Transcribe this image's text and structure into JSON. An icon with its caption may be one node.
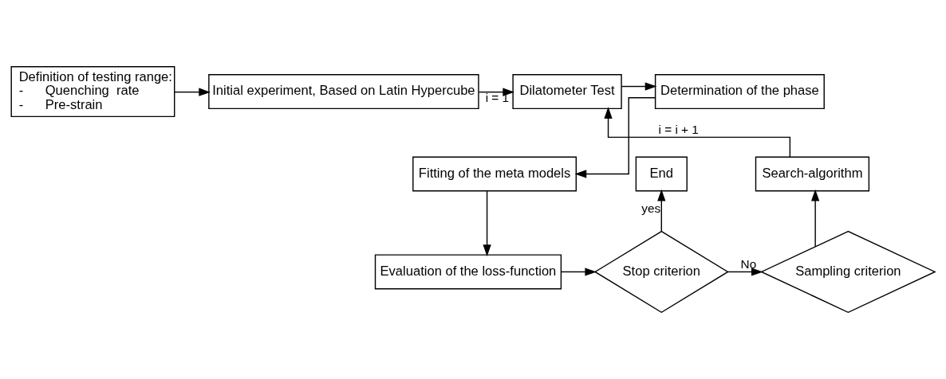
{
  "diagram": {
    "nodes": [
      {
        "text": [
          "Definition of testing range:",
          "-      Quenching  rate",
          "-      Pre-strain"
        ]
      },
      {
        "text": [
          "Initial experiment, Based on Latin Hypercube"
        ]
      },
      {
        "text": [
          "Dilatometer Test"
        ]
      },
      {
        "text": [
          "Determination of the phase"
        ]
      },
      {
        "text": [
          "Fitting of the meta models"
        ]
      },
      {
        "text": [
          "Evaluation of the loss-function"
        ]
      },
      {
        "text": [
          "Stop criterion"
        ]
      },
      {
        "text": [
          "End"
        ]
      },
      {
        "text": [
          "Sampling criterion"
        ]
      },
      {
        "text": [
          "Search-algorithm"
        ]
      }
    ],
    "edges": [
      {
        "from": 0,
        "to": 1,
        "arrow": "to"
      },
      {
        "from": 1,
        "to": 2,
        "arrow": "to",
        "label": "i = 1"
      },
      {
        "from": 2,
        "to": 3,
        "arrow": "to"
      },
      {
        "from": 3,
        "to": 4,
        "arrow": "to"
      },
      {
        "from": 4,
        "to": 5,
        "arrow": "to"
      },
      {
        "from": 5,
        "to": 6,
        "arrow": "to"
      },
      {
        "from": 6,
        "to": 7,
        "arrow": "to",
        "label": "yes"
      },
      {
        "from": 6,
        "to": 8,
        "arrow": "to",
        "label": "No"
      },
      {
        "from": 8,
        "to": 9,
        "arrow": "to"
      },
      {
        "from": 9,
        "to": 2,
        "arrow": "to",
        "label": "i = i + 1"
      }
    ]
  }
}
